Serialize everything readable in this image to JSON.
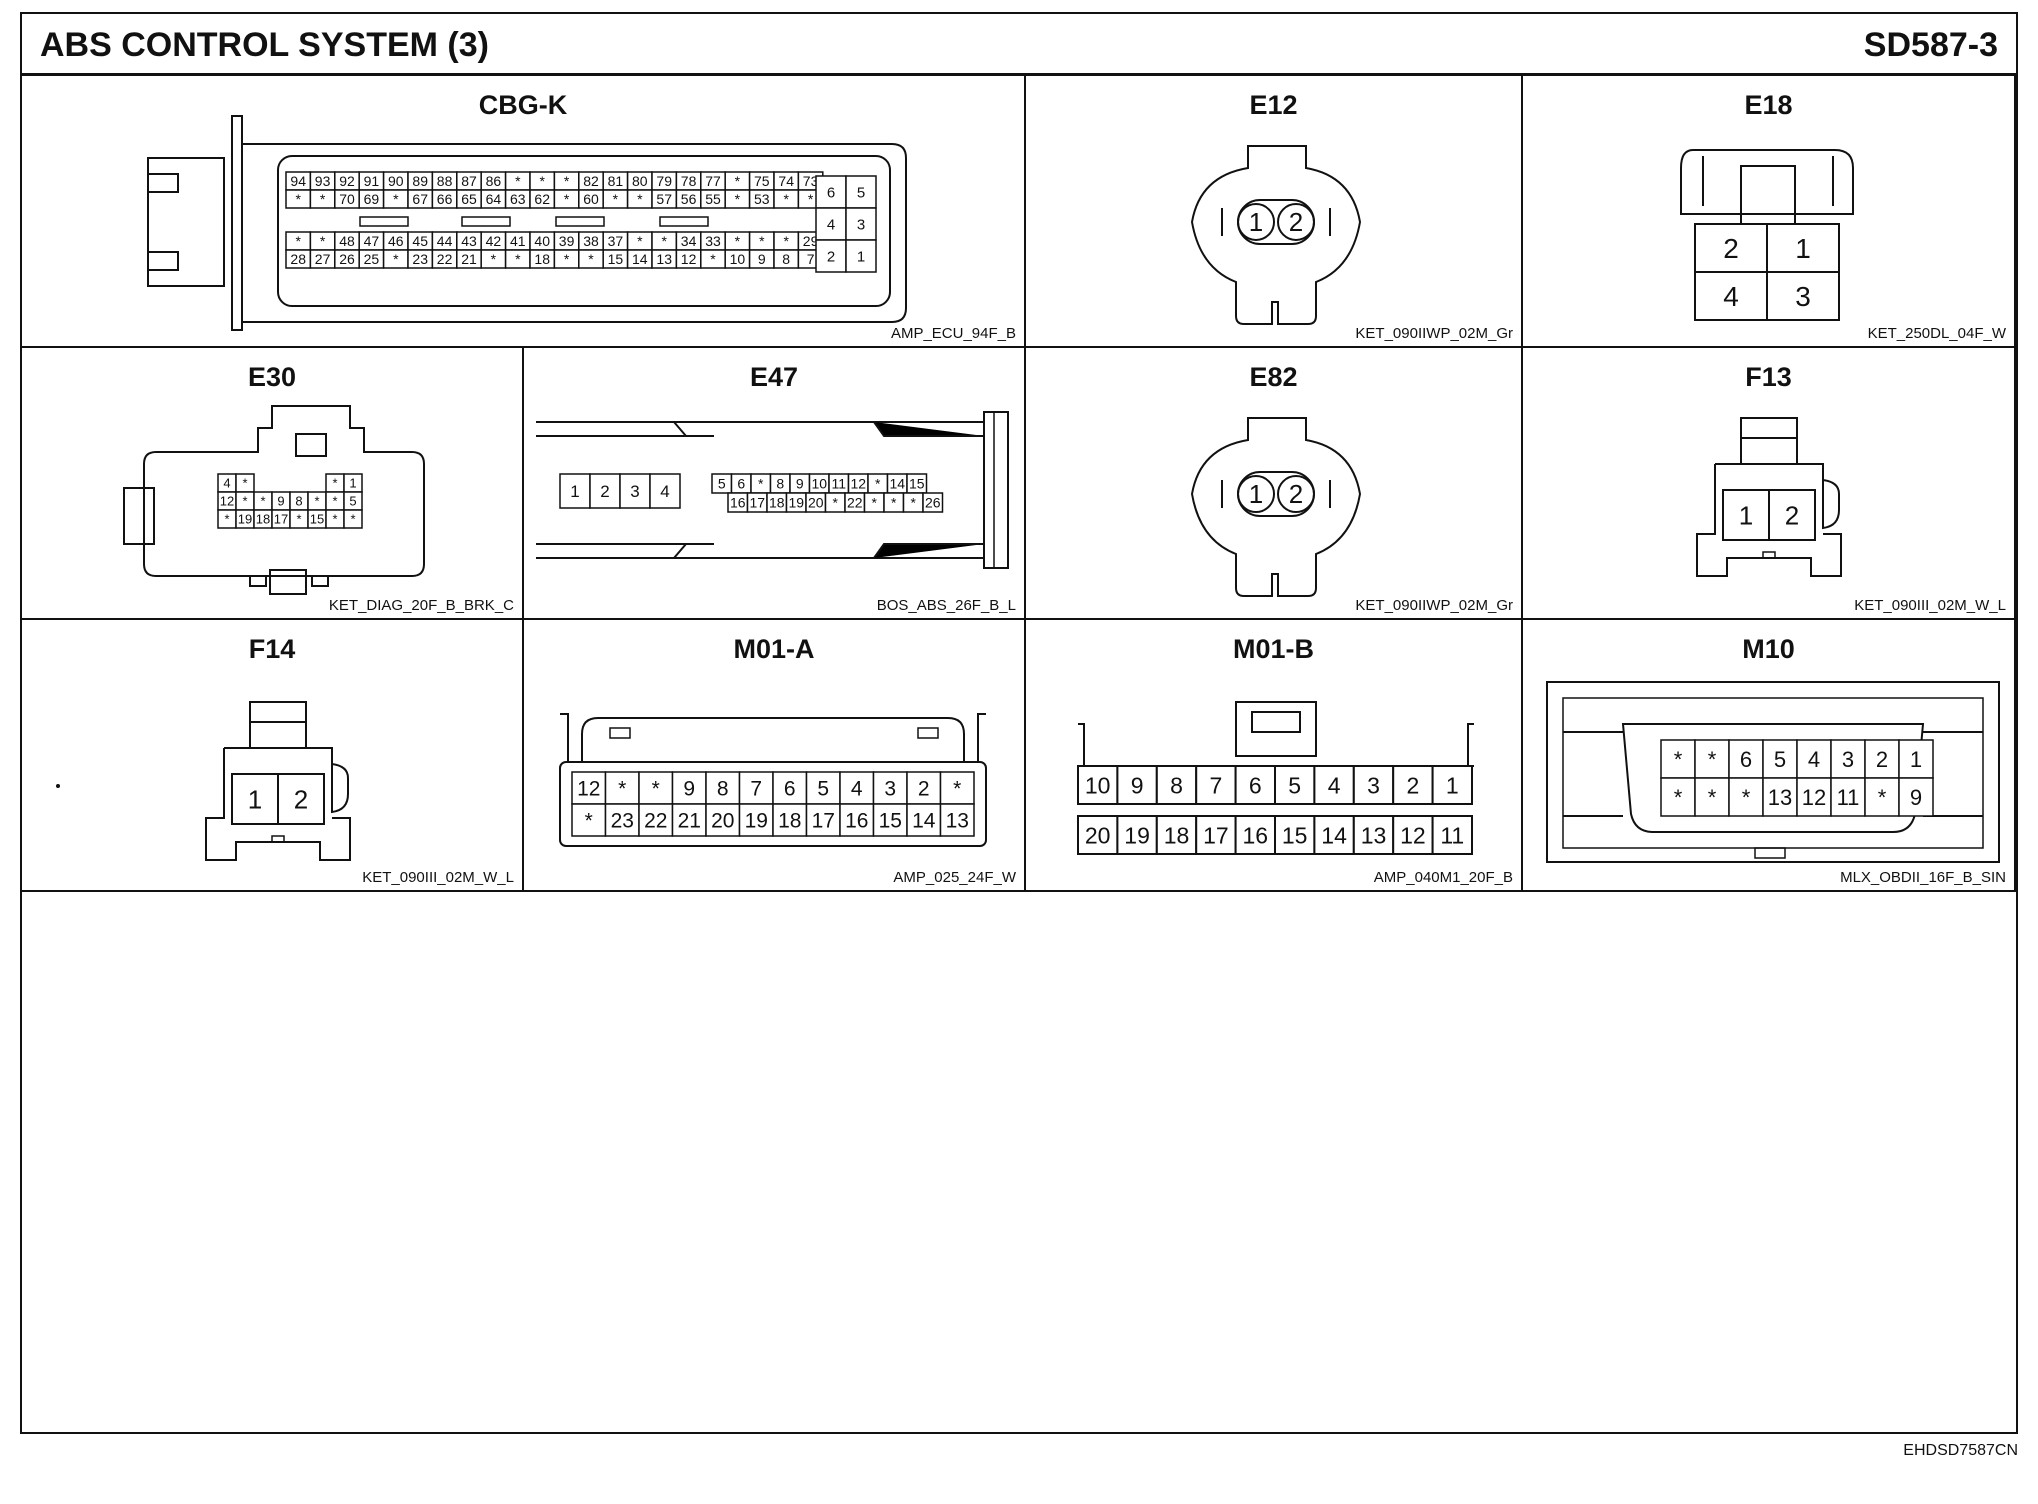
{
  "page": {
    "title": "ABS CONTROL SYSTEM (3)",
    "code": "SD587-3",
    "footer_code": "EHDSD7587CN"
  },
  "connectors": [
    {
      "id": "CBG-K",
      "part": "AMP_ECU_94F_B",
      "main_rows": [
        [
          "94",
          "93",
          "92",
          "91",
          "90",
          "89",
          "88",
          "87",
          "86",
          "*",
          "*",
          "*",
          "82",
          "81",
          "80",
          "79",
          "78",
          "77",
          "*",
          "75",
          "74",
          "73"
        ],
        [
          "*",
          "*",
          "70",
          "69",
          "*",
          "67",
          "66",
          "65",
          "64",
          "63",
          "62",
          "*",
          "60",
          "*",
          "*",
          "57",
          "56",
          "55",
          "*",
          "53",
          "*",
          "*"
        ],
        [
          "*",
          "*",
          "48",
          "47",
          "46",
          "45",
          "44",
          "43",
          "42",
          "41",
          "40",
          "39",
          "38",
          "37",
          "*",
          "*",
          "34",
          "33",
          "*",
          "*",
          "*",
          "29"
        ],
        [
          "28",
          "27",
          "26",
          "25",
          "*",
          "23",
          "22",
          "21",
          "*",
          "*",
          "18",
          "*",
          "*",
          "15",
          "14",
          "13",
          "12",
          "*",
          "10",
          "9",
          "8",
          "7"
        ]
      ],
      "side_pins": [
        [
          "6",
          "5"
        ],
        [
          "4",
          "3"
        ],
        [
          "2",
          "1"
        ]
      ]
    },
    {
      "id": "E12",
      "part": "KET_090IIWP_02M_Gr",
      "pins": [
        "1",
        "2"
      ]
    },
    {
      "id": "E18",
      "part": "KET_250DL_04F_W",
      "pins": [
        [
          "2",
          "1"
        ],
        [
          "4",
          "3"
        ]
      ]
    },
    {
      "id": "E30",
      "part": "KET_DIAG_20F_B_BRK_C",
      "rows": [
        [
          "4",
          "*",
          "",
          "",
          "",
          "*",
          "1"
        ],
        [
          "12",
          "*",
          "*",
          "9",
          "8",
          "*",
          "*",
          "5"
        ],
        [
          "*",
          "19",
          "18",
          "17",
          "*",
          "15",
          "*",
          "*"
        ]
      ]
    },
    {
      "id": "E47",
      "part": "BOS_ABS_26F_B_L",
      "left_pins": [
        "1",
        "2",
        "3",
        "4"
      ],
      "rows": [
        [
          "5",
          "6",
          "*",
          "8",
          "9",
          "10",
          "11",
          "12",
          "*",
          "14",
          "15"
        ],
        [
          "16",
          "17",
          "18",
          "19",
          "20",
          "*",
          "22",
          "*",
          "*",
          "*",
          "26"
        ]
      ]
    },
    {
      "id": "E82",
      "part": "KET_090IIWP_02M_Gr",
      "pins": [
        "1",
        "2"
      ]
    },
    {
      "id": "F13",
      "part": "KET_090III_02M_W_L",
      "pins": [
        "1",
        "2"
      ]
    },
    {
      "id": "F14",
      "part": "KET_090III_02M_W_L",
      "pins": [
        "1",
        "2"
      ]
    },
    {
      "id": "M01-A",
      "part": "AMP_025_24F_W",
      "rows": [
        [
          "12",
          "*",
          "*",
          "9",
          "8",
          "7",
          "6",
          "5",
          "4",
          "3",
          "2",
          "*"
        ],
        [
          "*",
          "23",
          "22",
          "21",
          "20",
          "19",
          "18",
          "17",
          "16",
          "15",
          "14",
          "13"
        ]
      ]
    },
    {
      "id": "M01-B",
      "part": "AMP_040M1_20F_B",
      "rows": [
        [
          "10",
          "9",
          "8",
          "7",
          "6",
          "5",
          "4",
          "3",
          "2",
          "1"
        ],
        [
          "20",
          "19",
          "18",
          "17",
          "16",
          "15",
          "14",
          "13",
          "12",
          "11"
        ]
      ]
    },
    {
      "id": "M10",
      "part": "MLX_OBDII_16F_B_SIN",
      "rows": [
        [
          "*",
          "*",
          "6",
          "5",
          "4",
          "3",
          "2",
          "1"
        ],
        [
          "*",
          "*",
          "*",
          "13",
          "12",
          "11",
          "*",
          "9"
        ]
      ]
    }
  ]
}
